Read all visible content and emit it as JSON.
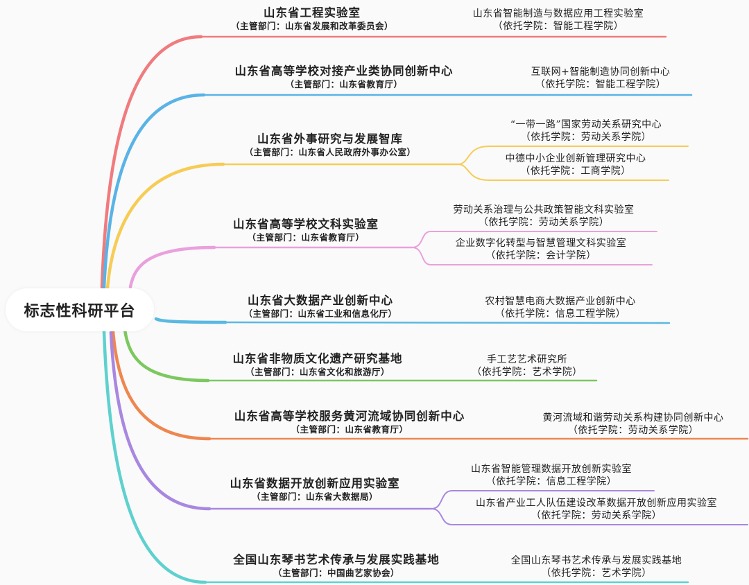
{
  "root": {
    "label": "标志性科研平台"
  },
  "branches": [
    {
      "color": "#f07b7e",
      "title": "山东省工程实验室",
      "sub": "（主管部门：山东省发展和改革委员会）",
      "children": [
        {
          "name": "山东省智能制造与数据应用工程实验室",
          "sub": "（依托学院：智能工程学院）"
        }
      ]
    },
    {
      "color": "#59b3e6",
      "title": "山东省高等学校对接产业类协同创新中心",
      "sub": "（主管部门：山东省教育厅）",
      "children": [
        {
          "name": "互联网+智能制造协同创新中心",
          "sub": "（依托学院：智能工程学院）"
        }
      ]
    },
    {
      "color": "#f6cc55",
      "title": "山东省外事研究与发展智库",
      "sub": "（主管部门：山东省人民政府外事办公室）",
      "children": [
        {
          "name": "“一带一路”国家劳动关系研究中心",
          "sub": "（依托学院：劳动关系学院）"
        },
        {
          "name": "中德中小企业创新管理研究中心",
          "sub": "（依托学院：工商学院）"
        }
      ]
    },
    {
      "color": "#eaa0dd",
      "title": "山东省高等学校文科实验室",
      "sub": "（主管部门：山东省教育厅）",
      "children": [
        {
          "name": "劳动关系治理与公共政策智能文科实验室",
          "sub": "（依托学院：劳动关系学院）"
        },
        {
          "name": "企业数字化转型与智慧管理文科实验室",
          "sub": "（依托学院：会计学院）"
        }
      ]
    },
    {
      "color": "#5ab8e2",
      "title": "山东省大数据产业创新中心",
      "sub": "（主管部门：山东省工业和信息化厅）",
      "children": [
        {
          "name": "农村智慧电商大数据产业创新中心",
          "sub": "（依托学院：信息工程学院）"
        }
      ]
    },
    {
      "color": "#7cc85f",
      "title": "山东省非物质文化遗产研究基地",
      "sub": "（主管部门：山东省文化和旅游厅）",
      "children": [
        {
          "name": "手工艺艺术研究所",
          "sub": "（依托学院：艺术学院）"
        }
      ]
    },
    {
      "color": "#ef8650",
      "title": "山东省高等学校服务黄河流域协同创新中心",
      "sub": "（主管部门：山东省教育厅）",
      "children": [
        {
          "name": "黄河流域和谐劳动关系构建协同创新中心",
          "sub": "（依托学院：劳动关系学院）"
        }
      ]
    },
    {
      "color": "#a887e0",
      "title": "山东省数据开放创新应用实验室",
      "sub": "（主管部门：山东省大数据局）",
      "children": [
        {
          "name": "山东省智能管理数据开放创新实验室",
          "sub": "（依托学院：信息工程学院）"
        },
        {
          "name": "山东省产业工人队伍建设改革数据开放创新应用实验室",
          "sub": "（依托学院：劳动关系学院）"
        }
      ]
    },
    {
      "color": "#5ed1cf",
      "title": "全国山东琴书艺术传承与发展实践基地",
      "sub": "（主管部门：中国曲艺家协会）",
      "children": [
        {
          "name": "全国山东琴书艺术传承与发展实践基地",
          "sub": "（依托学院：艺术学院）"
        }
      ]
    }
  ]
}
